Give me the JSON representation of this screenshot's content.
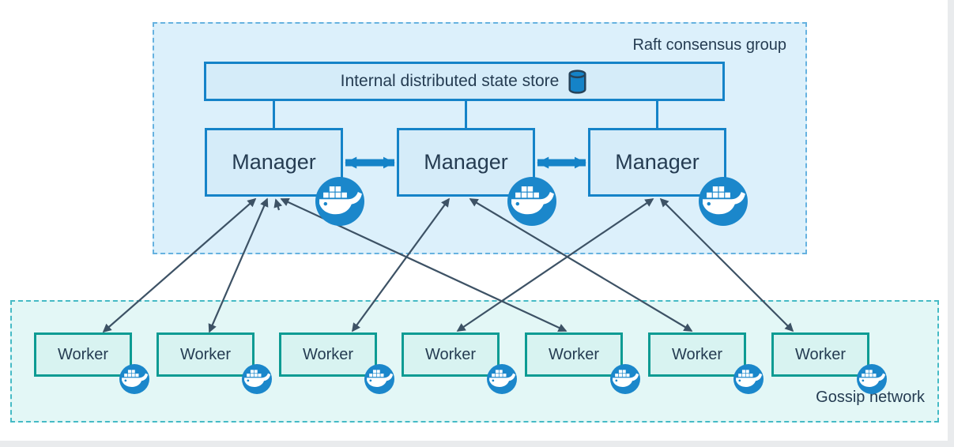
{
  "diagram": {
    "raft_group": {
      "label": "Raft consensus group"
    },
    "state_store": {
      "label": "Internal distributed state store",
      "icon": "database-icon"
    },
    "managers": [
      {
        "label": "Manager"
      },
      {
        "label": "Manager"
      },
      {
        "label": "Manager"
      }
    ],
    "workers": [
      {
        "label": "Worker"
      },
      {
        "label": "Worker"
      },
      {
        "label": "Worker"
      },
      {
        "label": "Worker"
      },
      {
        "label": "Worker"
      },
      {
        "label": "Worker"
      },
      {
        "label": "Worker"
      }
    ],
    "gossip_network": {
      "label": "Gossip network"
    },
    "icons": {
      "badge": "docker-whale-icon",
      "store": "database-cylinder-icon"
    },
    "colors": {
      "raft_fill": "#dcf0fb",
      "raft_border": "#66b2e0",
      "node_fill": "#d5ecf9",
      "node_border": "#1583c8",
      "worker_fill": "#d8f3f1",
      "worker_border": "#0d9b93",
      "gossip_fill": "#e3f7f6",
      "gossip_border": "#45bac5",
      "docker_badge": "#1b87cb",
      "arrow": "#3d5265",
      "text": "#253c52"
    },
    "connections": {
      "manager_peer_links": [
        {
          "from": 0,
          "to": 1
        },
        {
          "from": 1,
          "to": 2
        }
      ],
      "manager_worker_links": [
        {
          "manager": 0,
          "worker": 0
        },
        {
          "manager": 0,
          "worker": 1
        },
        {
          "manager": 0,
          "worker": 4
        },
        {
          "manager": 1,
          "worker": 2
        },
        {
          "manager": 1,
          "worker": 5
        },
        {
          "manager": 2,
          "worker": 3
        },
        {
          "manager": 2,
          "worker": 6
        }
      ]
    }
  }
}
